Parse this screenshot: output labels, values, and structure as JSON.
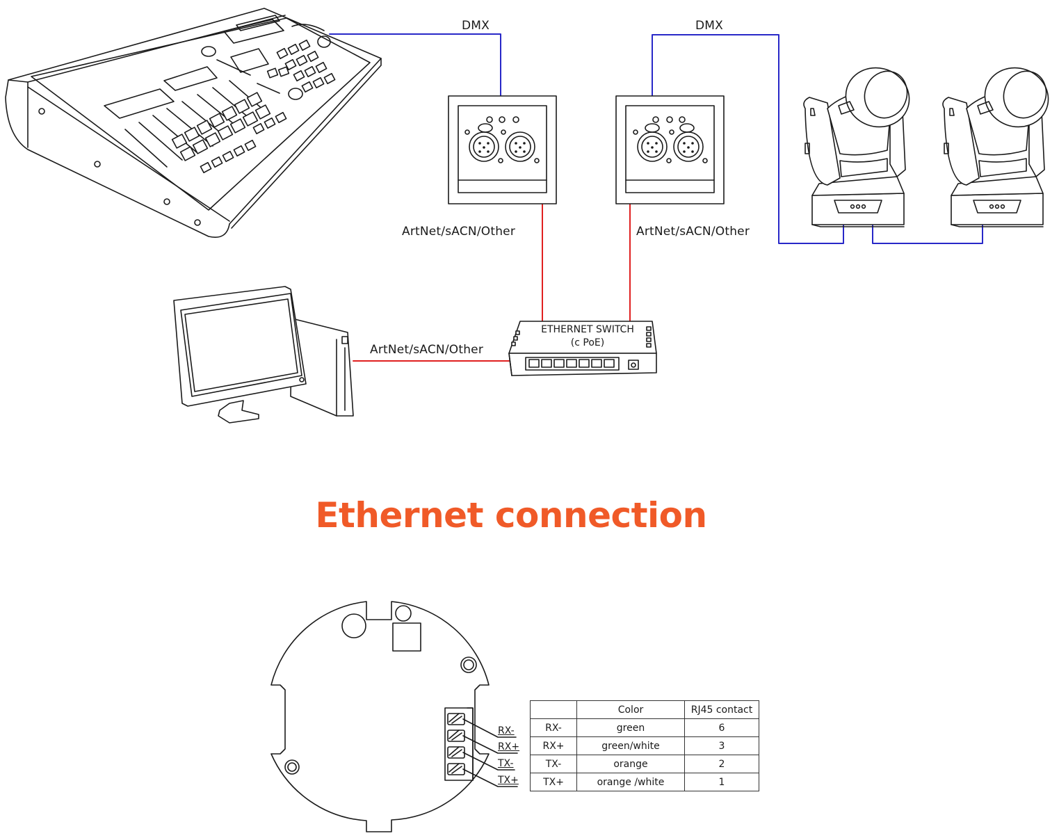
{
  "colors": {
    "dmx": "#2828c8",
    "network": "#e02020",
    "title": "#f05a28",
    "line": "#1a1a1a"
  },
  "labels": {
    "dmx_left": "DMX",
    "dmx_right": "DMX",
    "net_left_node": "ArtNet/sACN/Other",
    "net_right_node": "ArtNet/sACN/Other",
    "net_pc": "ArtNet/sACN/Other",
    "switch_line1": "ETHERNET SWITCH",
    "switch_line2": "(c PoE)"
  },
  "title": "Ethernet connection",
  "pins": [
    "RX-",
    "RX+",
    "TX-",
    "TX+"
  ],
  "pinout": {
    "headers": [
      "",
      "Color",
      "RJ45 contact"
    ],
    "rows": [
      [
        "RX-",
        "green",
        "6"
      ],
      [
        "RX+",
        "green/white",
        "3"
      ],
      [
        "TX-",
        "orange",
        "2"
      ],
      [
        "TX+",
        "orange /white",
        "1"
      ]
    ]
  }
}
